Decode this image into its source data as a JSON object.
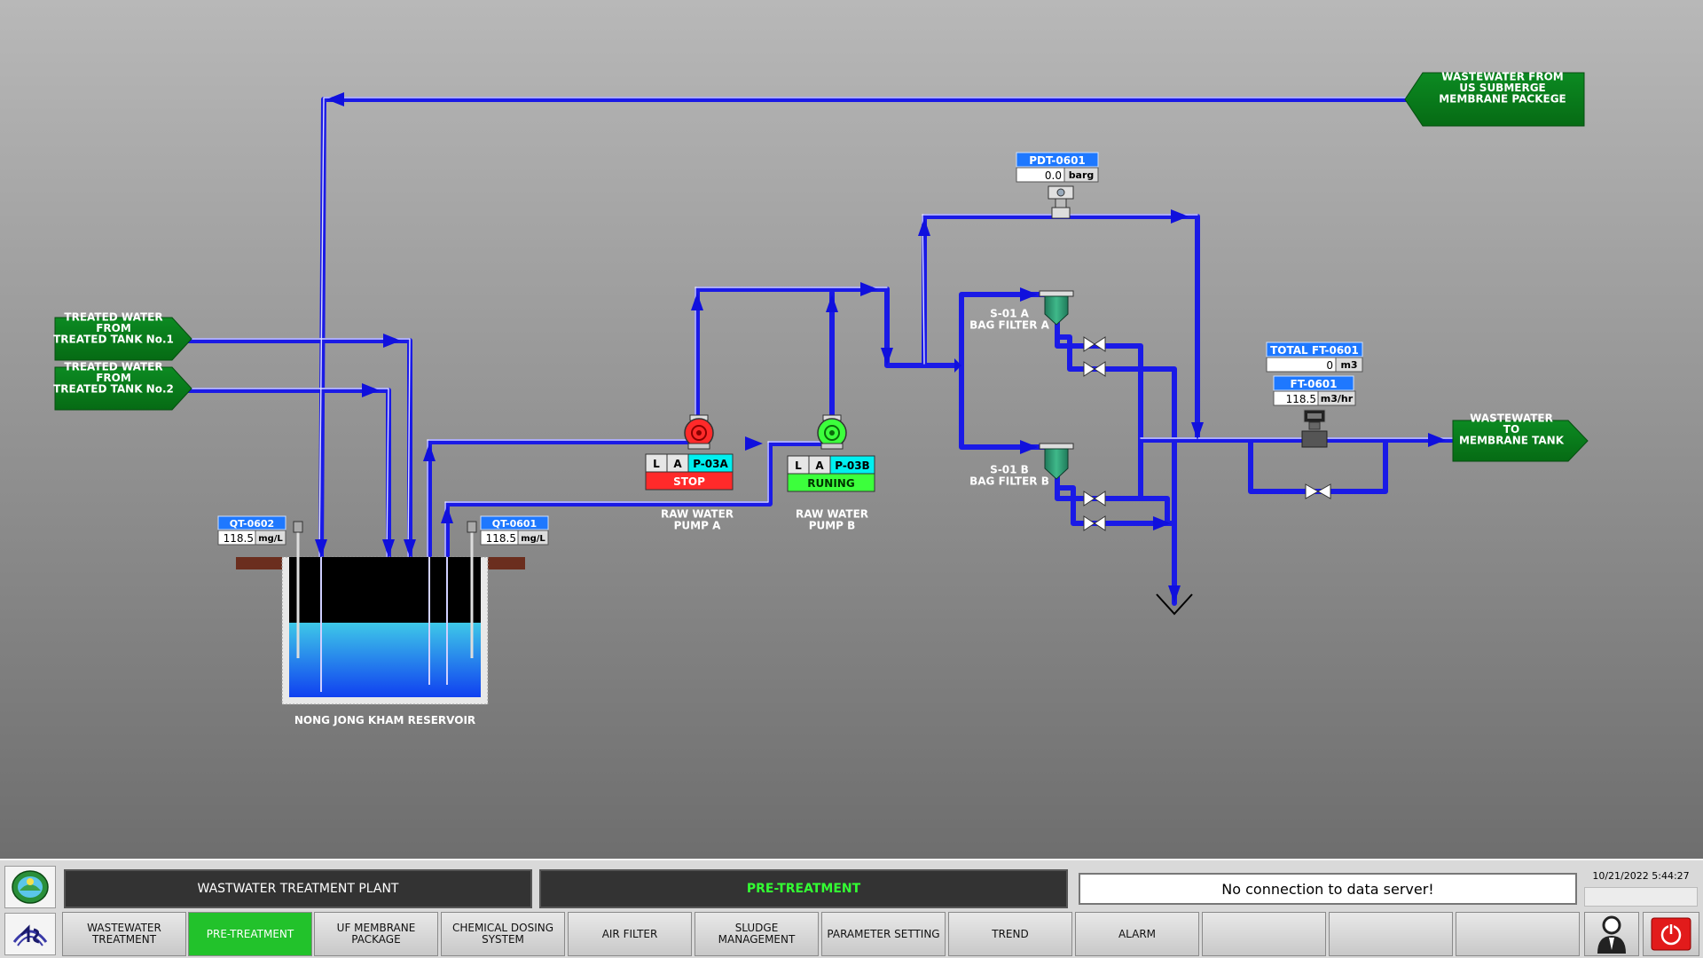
{
  "colors": {
    "pipe": "#1a1ae6",
    "pipe_highlight": "#ffffff",
    "arrow": "#1010dd",
    "source_green": "#0a7f1e",
    "tag_blue": "#1e78ff",
    "pump_stop": "#ff2a2a",
    "pump_run": "#3cff3c",
    "pump_tag_cyan": "#00f0f0",
    "nav_active": "#22c22b",
    "water_top": "#3ec8e8",
    "water_bottom": "#1040f0"
  },
  "sources": {
    "wastewater_us": "WASTEWATER FROM\nUS SUBMERGE\nMEMBRANE PACKEGE",
    "treated_1": "TREATED WATER\nFROM\nTREATED TANK No.1",
    "treated_2": "TREATED WATER\nFROM\nTREATED TANK No.2",
    "to_membrane": "WASTEWATER\nTO\nMEMBRANE TANK"
  },
  "instruments": {
    "qt0602": {
      "tag": "QT-0602",
      "value": "118.5",
      "unit": "mg/L"
    },
    "qt0601": {
      "tag": "QT-0601",
      "value": "118.5",
      "unit": "mg/L"
    },
    "pdt0601": {
      "tag": "PDT-0601",
      "value": "0.0",
      "unit": "barg"
    },
    "total_ft0601": {
      "tag": "TOTAL FT-0601",
      "value": "0",
      "unit": "m3"
    },
    "ft0601": {
      "tag": "FT-0601",
      "value": "118.5",
      "unit": "m3/hr"
    }
  },
  "pumps": {
    "a": {
      "mode_l": "L",
      "mode_a": "A",
      "tag": "P-03A",
      "status": "STOP",
      "status_color": "#ff2a2a",
      "status_text_color": "#ffffff",
      "body_color": "#ff2a2a",
      "label": "RAW WATER\nPUMP A"
    },
    "b": {
      "mode_l": "L",
      "mode_a": "A",
      "tag": "P-03B",
      "status": "RUNING",
      "status_color": "#3cff3c",
      "status_text_color": "#003300",
      "body_color": "#3cff3c",
      "label": "RAW WATER\nPUMP B"
    }
  },
  "filters": {
    "a": "S-01 A\nBAG FILTER A",
    "b": "S-01 B\nBAG FILTER B"
  },
  "reservoir": {
    "label": "NONG JONG KHAM RESERVOIR"
  },
  "bottom": {
    "plant_title": "WASTWATER TREATMENT PLANT",
    "screen_title": "PRE-TREATMENT",
    "connection": "No connection to data server!",
    "datetime": "10/21/2022 5:44:27",
    "nav": [
      {
        "label": "WASTEWATER\nTREATMENT"
      },
      {
        "label": "PRE-TREATMENT",
        "active": true
      },
      {
        "label": "UF MEMBRANE\nPACKAGE"
      },
      {
        "label": "CHEMICAL DOSING\nSYSTEM"
      },
      {
        "label": "AIR FILTER"
      },
      {
        "label": "SLUDGE MANAGEMENT"
      },
      {
        "label": "PARAMETER SETTING"
      },
      {
        "label": "TREND"
      },
      {
        "label": "ALARM"
      },
      {
        "label": ""
      },
      {
        "label": ""
      },
      {
        "label": ""
      }
    ]
  },
  "icons": [
    "globe-logo-icon",
    "company-logo-icon",
    "user-icon",
    "power-icon",
    "pump-icon",
    "bag-filter-icon",
    "valve-icon",
    "pressure-transmitter-icon",
    "flow-meter-icon",
    "analyzer-probe-icon",
    "drain-arrow-icon"
  ]
}
